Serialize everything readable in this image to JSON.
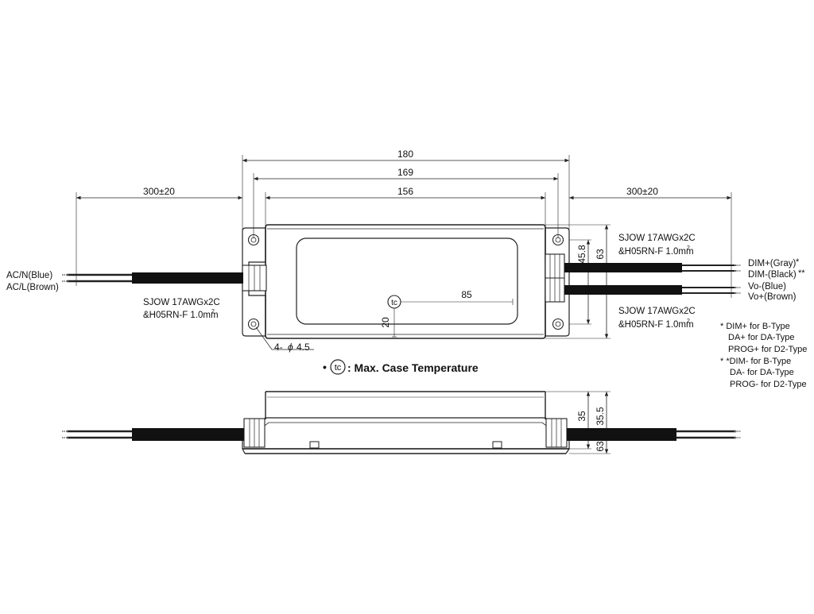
{
  "dims": {
    "overall_length": "180",
    "mount_pitch": "169",
    "body_length": "156",
    "lead_left": "300±20",
    "lead_right": "300±20",
    "mount_height": "45.8",
    "width": "63",
    "tc_x": "85",
    "tc_y": "20",
    "hole": "4-",
    "hole_dia": "4.5",
    "height_body": "35",
    "height_total": "35.5",
    "side_width": "63"
  },
  "labels": {
    "ac_n": "AC/N(Blue)",
    "ac_l": "AC/L(Brown)",
    "cable_left_1": "SJOW 17AWGx2C",
    "cable_left_2": "&H05RN-F 1.0mm",
    "cable_right_top_1": "SJOW 17AWGx2C",
    "cable_right_top_2": "&H05RN-F 1.0mm",
    "cable_right_bot_1": "SJOW 17AWGx2C",
    "cable_right_bot_2": "&H05RN-F 1.0mm",
    "squared": "2",
    "dim_plus": "DIM+(Gray)",
    "dim_minus": "DIM-(Black)",
    "vo_minus": "Vo-(Blue)",
    "vo_plus": "Vo+(Brown)",
    "star1": "*",
    "star2": "**",
    "tc_symbol": "tc",
    "tc_legend": ": Max. Case Temperature",
    "tc_bullet": "•"
  },
  "notes": [
    "* DIM+ for B-Type",
    "DA+ for DA-Type",
    "PROG+ for D2-Type",
    "* *DIM- for B-Type",
    "DA- for DA-Type",
    "PROG- for D2-Type"
  ]
}
